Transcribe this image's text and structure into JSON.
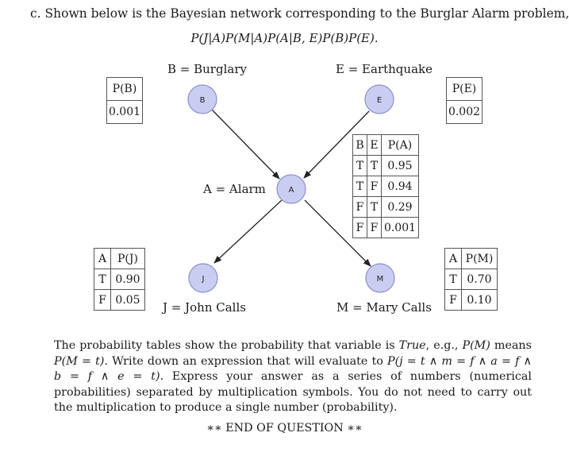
{
  "question": {
    "heading": "c. Shown below is the Bayesian network corresponding to the Burglar Alarm problem,",
    "factorization": "P(J|A)P(M|A)P(A|B, E)P(B)P(E)."
  },
  "nodes": {
    "B": {
      "letter": "B",
      "label": "B = Burglary"
    },
    "E": {
      "letter": "E",
      "label": "E = Earthquake"
    },
    "A": {
      "letter": "A",
      "label": "A = Alarm"
    },
    "J": {
      "letter": "J",
      "label": "J = John Calls"
    },
    "M": {
      "letter": "M",
      "label": "M = Mary Calls"
    }
  },
  "tables": {
    "pB": {
      "header": "P(B)",
      "value": "0.001"
    },
    "pE": {
      "header": "P(E)",
      "value": "0.002"
    },
    "pA": {
      "headers": [
        "B",
        "E",
        "P(A)"
      ],
      "rows": [
        [
          "T",
          "T",
          "0.95"
        ],
        [
          "T",
          "F",
          "0.94"
        ],
        [
          "F",
          "T",
          "0.29"
        ],
        [
          "F",
          "F",
          "0.001"
        ]
      ]
    },
    "pJ": {
      "headers": [
        "A",
        "P(J)"
      ],
      "rows": [
        [
          "T",
          "0.90"
        ],
        [
          "F",
          "0.05"
        ]
      ]
    },
    "pM": {
      "headers": [
        "A",
        "P(M)"
      ],
      "rows": [
        [
          "T",
          "0.70"
        ],
        [
          "F",
          "0.10"
        ]
      ]
    }
  },
  "paragraph": {
    "t1": "The probability tables show the probability that variable is ",
    "t2": "True",
    "t3": ", e.g., ",
    "t4": "P(M)",
    "t5": " means ",
    "t6": "P(M = t)",
    "t7": ". Write down an expression that will evaluate to ",
    "t8": "P(j = t ∧ m = f ∧ a = f ∧ b = f ∧ e = t)",
    "t9": ". Express your answer as a series of numbers (numerical probabilities) separated by multiplication symbols. You do not need to carry out the multiplication to produce a single number (probability)."
  },
  "footer": "∗∗ END OF QUESTION ∗∗",
  "colors": {
    "node_fill": "#c9cdf2",
    "node_stroke": "#8c90c8",
    "arrow": "#222222"
  }
}
